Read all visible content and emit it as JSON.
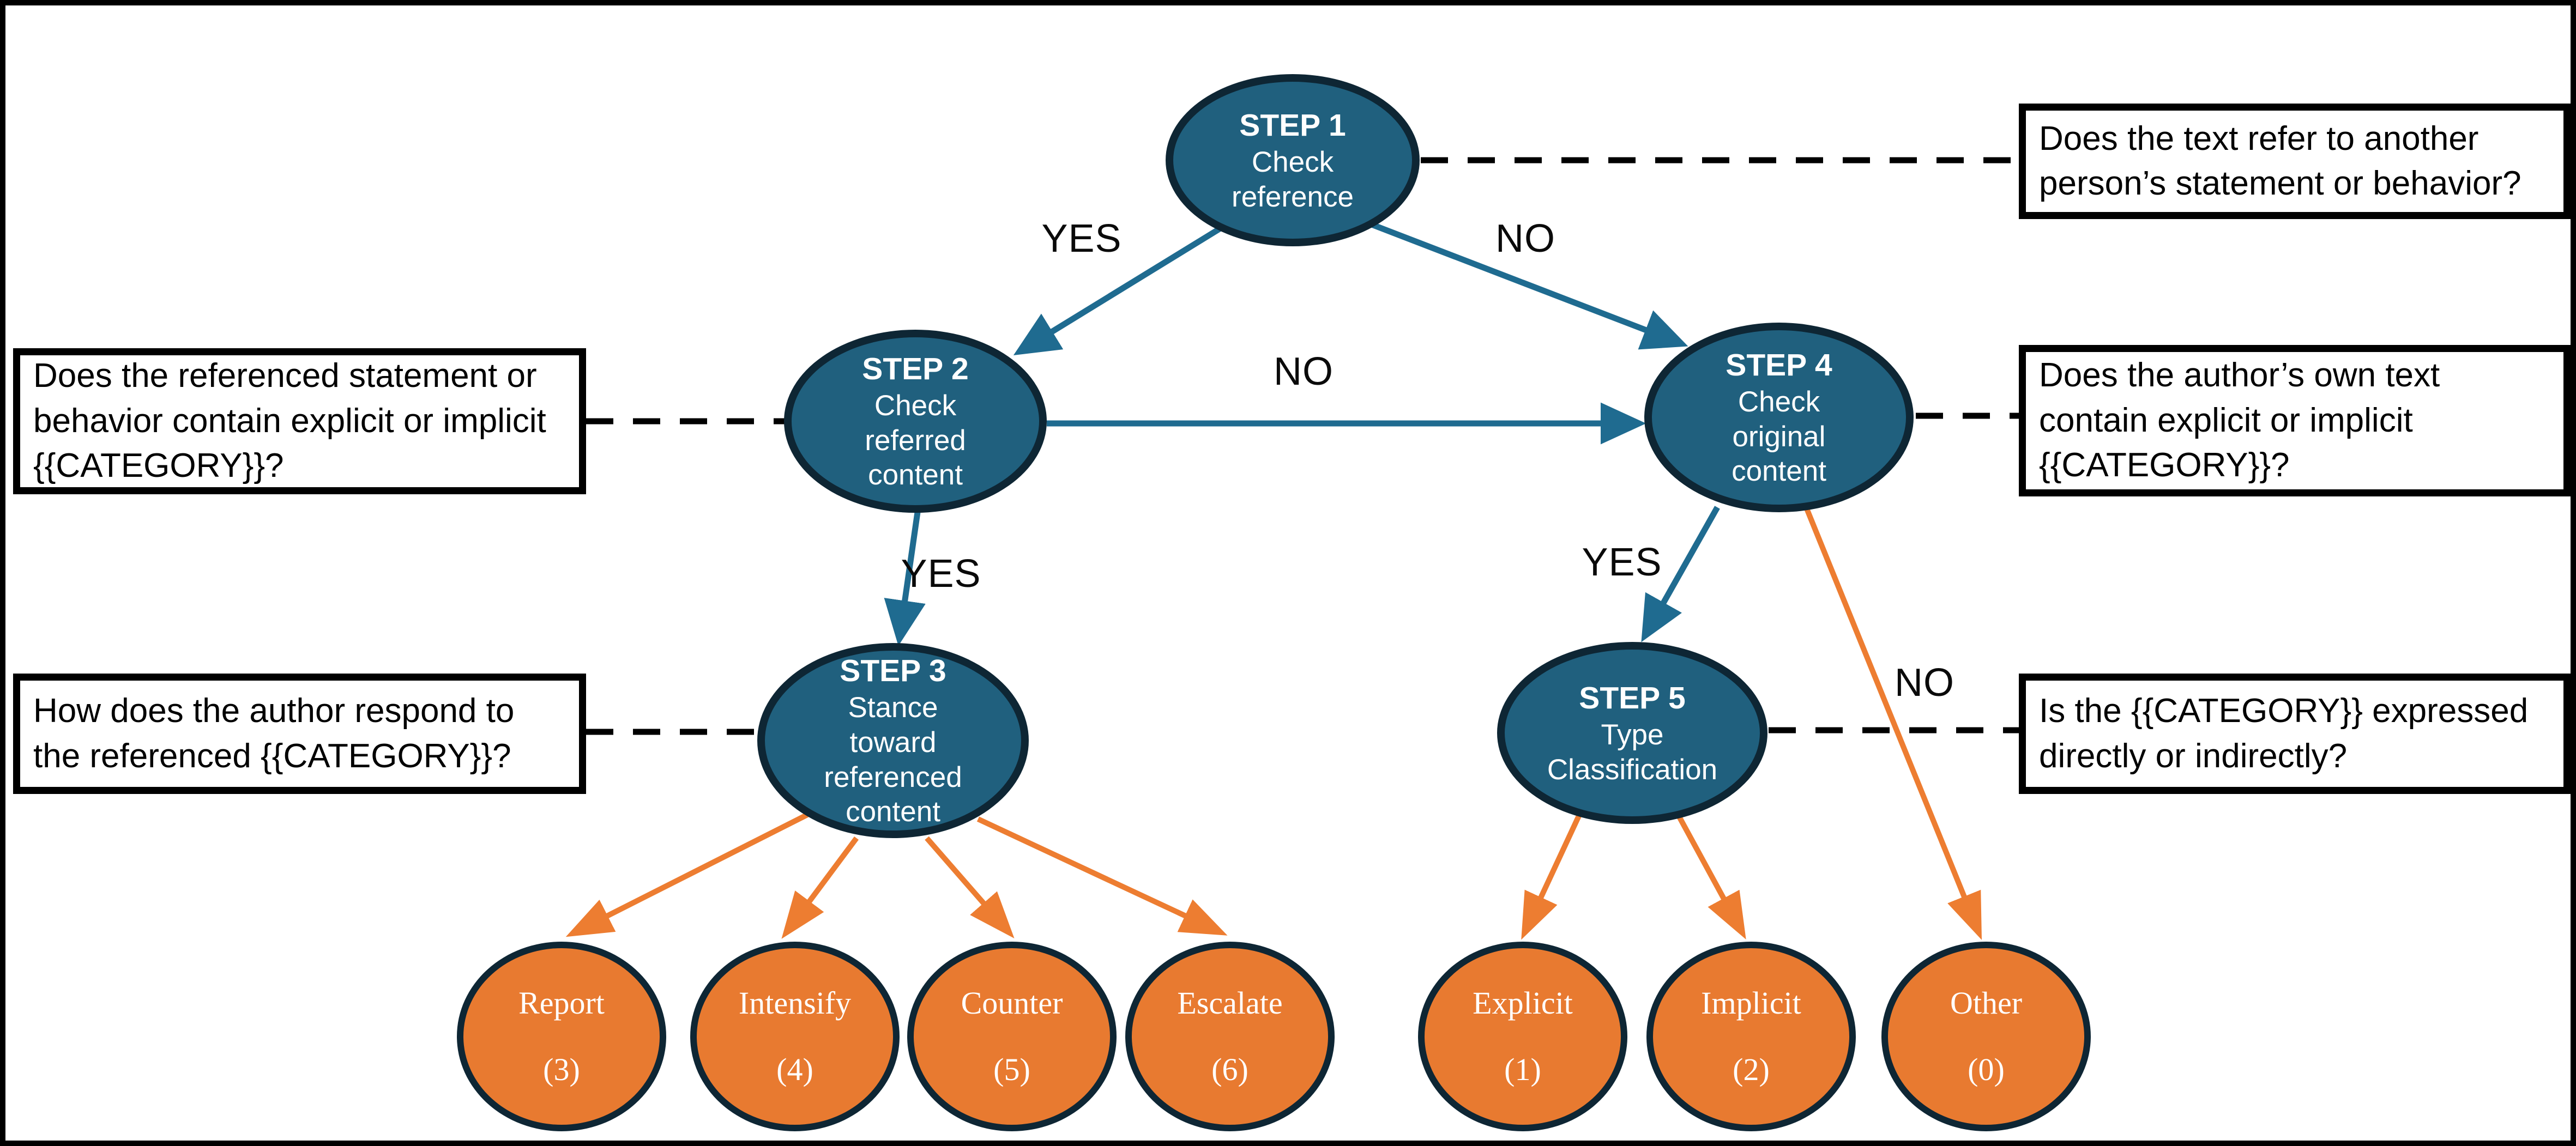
{
  "diagram_title": "",
  "colors": {
    "node_fill": "#20607E",
    "node_border": "#0E2634",
    "outcome_fill": "#E87A30",
    "outcome_border": "#0E2634",
    "teal_arrow": "#1F6B90",
    "orange_arrow": "#ED7D31",
    "dashed_line": "#000000",
    "box_border": "#000000",
    "background": "#FFFFFF"
  },
  "nodes": {
    "step1": {
      "title": "STEP 1",
      "line1": "Check",
      "line2": "reference"
    },
    "step2": {
      "title": "STEP 2",
      "line1": "Check",
      "line2": "referred",
      "line3": "content"
    },
    "step3": {
      "title": "STEP 3",
      "line1": "Stance",
      "line2": "toward",
      "line3": "referenced",
      "line4": "content"
    },
    "step4": {
      "title": "STEP 4",
      "line1": "Check",
      "line2": "original",
      "line3": "content"
    },
    "step5": {
      "title": "STEP 5",
      "line1": "Type",
      "line2": "Classification"
    }
  },
  "questions": {
    "reference": "Does the text refer to another\nperson’s statement or behavior?",
    "referred": "Does the referenced statement or\nbehavior contain explicit or implicit\n{{CATEGORY}}?",
    "respond": "How does the author respond to\nthe referenced {{CATEGORY}}?",
    "own_text": "Does the author’s own text\ncontain explicit or implicit\n{{CATEGORY}}?",
    "expressed": "Is the {{CATEGORY}} expressed\ndirectly or indirectly?"
  },
  "edge_labels": {
    "step1_yes": "YES",
    "step1_no": "NO",
    "step2_no": "NO",
    "step2_yes": "YES",
    "step4_yes": "YES",
    "step4_no": "NO"
  },
  "outcomes": {
    "report": {
      "label": "Report",
      "code": "(3)"
    },
    "intensify": {
      "label": "Intensify",
      "code": "(4)"
    },
    "counter": {
      "label": "Counter",
      "code": "(5)"
    },
    "escalate": {
      "label": "Escalate",
      "code": "(6)"
    },
    "explicit": {
      "label": "Explicit",
      "code": "(1)"
    },
    "implicit": {
      "label": "Implicit",
      "code": "(2)"
    },
    "other": {
      "label": "Other",
      "code": "(0)"
    }
  }
}
